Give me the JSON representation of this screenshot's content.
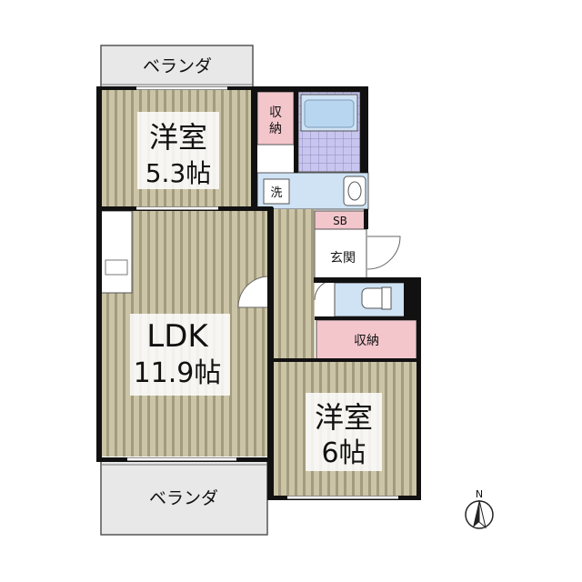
{
  "rooms": {
    "veranda_top": "ベランダ",
    "veranda_bottom": "ベランダ",
    "bedroom1_name": "洋室",
    "bedroom1_size": "5.3帖",
    "closet1": "収納",
    "closet1_line1": "収",
    "closet1_line2": "納",
    "washer": "洗",
    "shoe_box": "SB",
    "entrance": "玄関",
    "ldk_name": "LDK",
    "ldk_size": "11.9帖",
    "closet2": "収納",
    "bedroom2_name": "洋室",
    "bedroom2_size": "6帖"
  },
  "compass": {
    "label": "N"
  },
  "colors": {
    "floor_wood": "#c9c2a4",
    "floor_stripe": "#9c9476",
    "veranda": "#e8e8e8",
    "closet": "#f3c6cc",
    "bath": "#cfe3f5",
    "bath_tile": "#c9c6ef",
    "wall": "#111111"
  }
}
